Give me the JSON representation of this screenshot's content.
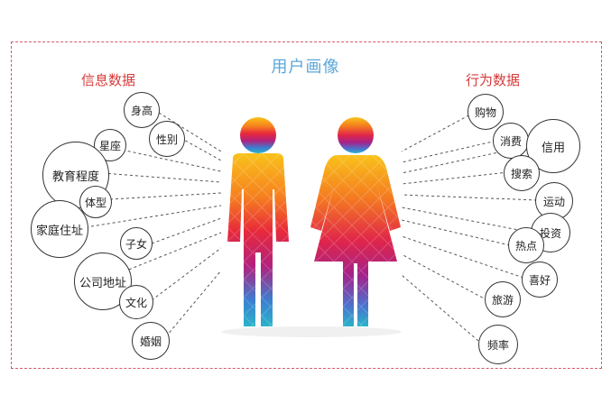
{
  "title": "用户画像",
  "left_section": "信息数据",
  "right_section": "行为数据",
  "left_items": [
    "身高",
    "性别",
    "星座",
    "教育程度",
    "体型",
    "家庭住址",
    "子女",
    "公司地址",
    "文化",
    "婚姻"
  ],
  "right_items": [
    "购物",
    "消费",
    "信用",
    "搜索",
    "运动",
    "投资",
    "热点",
    "喜好",
    "旅游",
    "频率"
  ],
  "colors": {
    "frame": "#d45a6a",
    "title": "#5aa7d8",
    "section": "#d83a3a"
  },
  "icons": [
    "male-figure-icon",
    "female-figure-icon"
  ]
}
